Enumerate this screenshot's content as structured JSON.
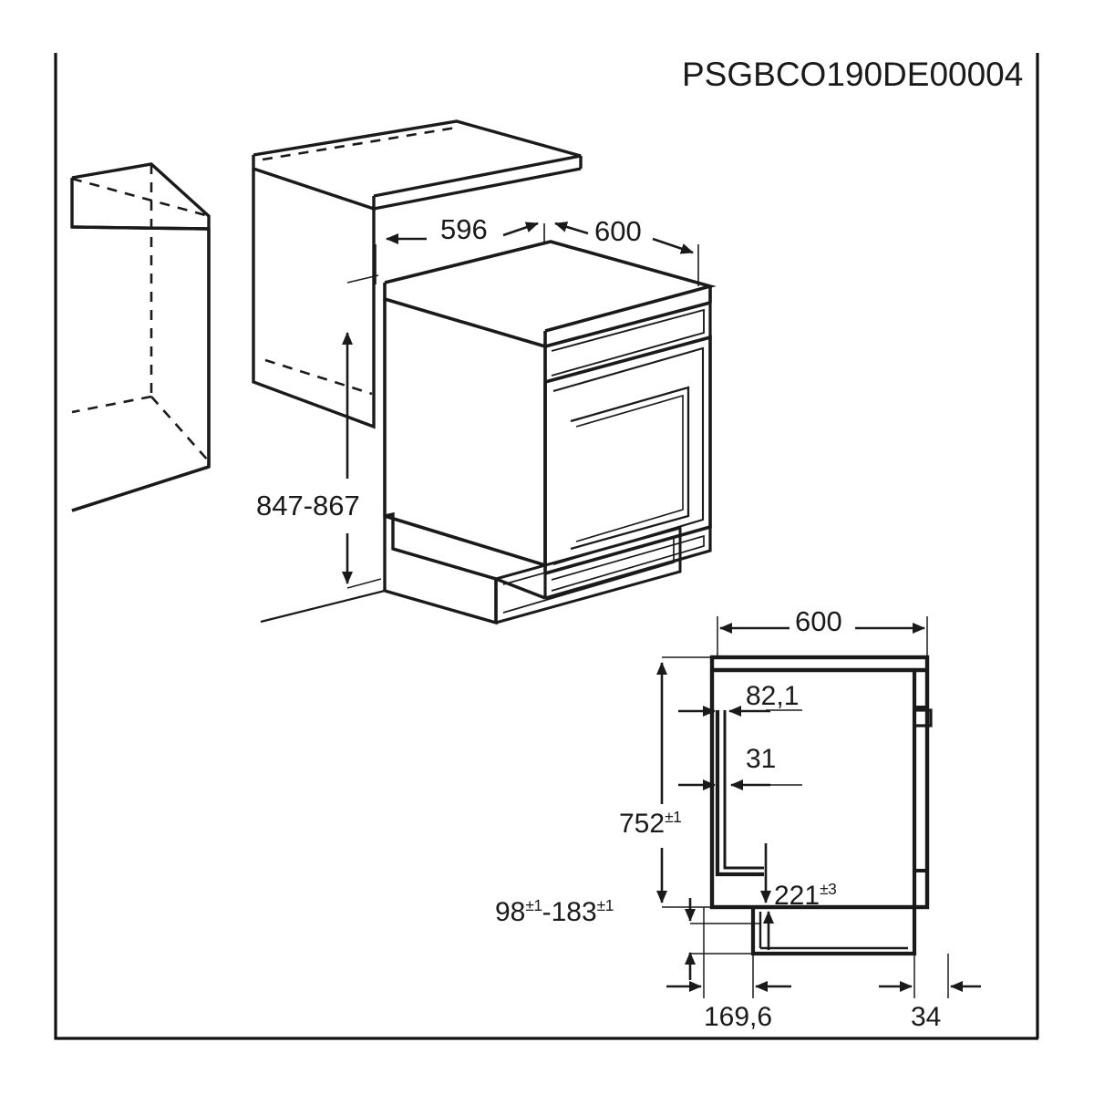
{
  "drawing": {
    "title": "PSGBCO190DE00004",
    "sheet": {
      "background_color": "#ffffff",
      "line_color": "#1a1a1a",
      "border_color": "#111111"
    },
    "views": [
      {
        "name": "isometric-installation-view",
        "description": "Isometric view of free-standing cooker between two kitchen cabinets"
      },
      {
        "name": "front-elevation-view",
        "description": "Front elevation of cooker niche with door clearances"
      }
    ],
    "dimensions": {
      "width_niche": "596",
      "width_appliance_top": "600",
      "height_range": "847-867",
      "width_front": "600",
      "inset_top": "82,1",
      "inset_lower": "31",
      "cavity_height": "752",
      "cavity_height_tol": "±1",
      "door_clearance": "221",
      "door_clearance_tol": "±3",
      "plinth_range_low": "98",
      "plinth_range_low_tol": "±1",
      "plinth_range_high": "183",
      "plinth_range_high_tol": "±1",
      "offset_left": "169,6",
      "offset_right": "34"
    }
  }
}
